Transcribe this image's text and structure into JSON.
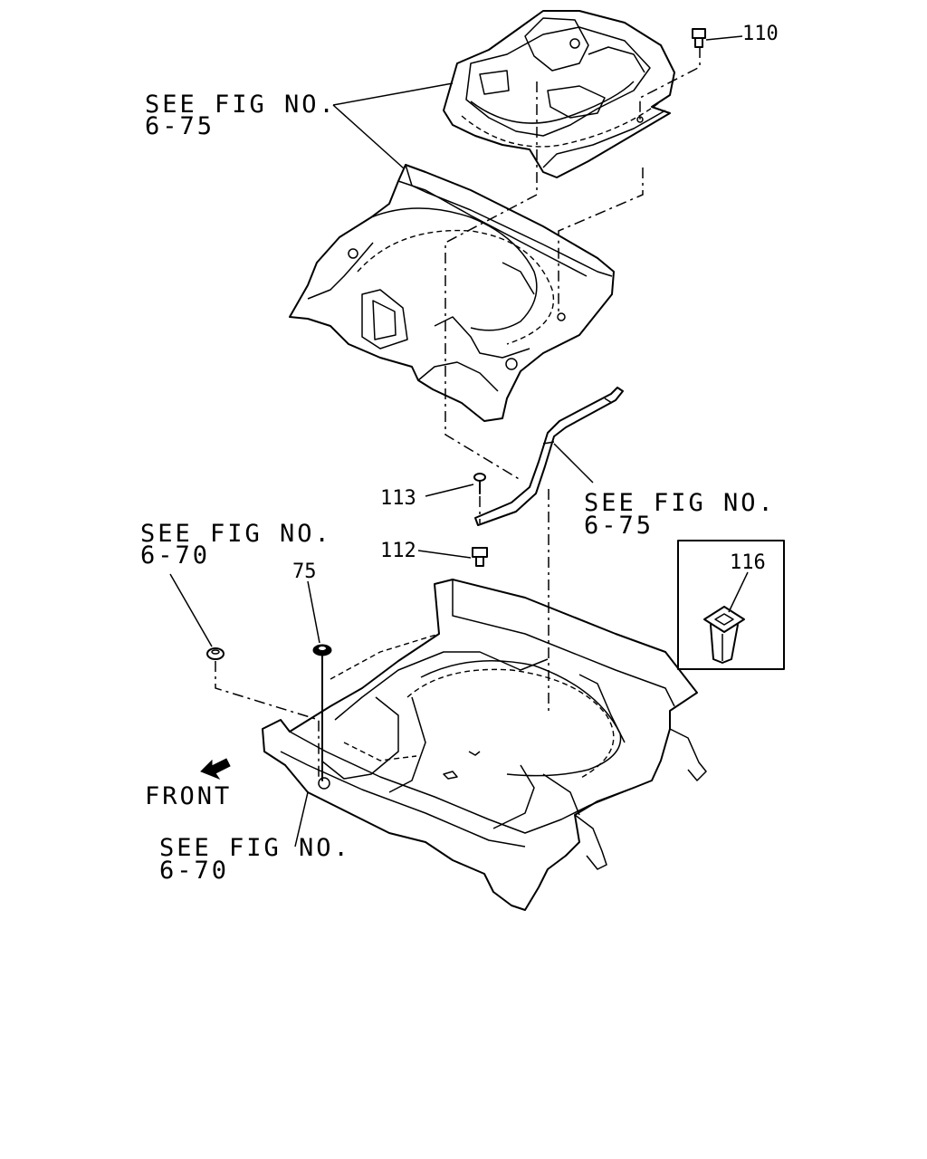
{
  "labels": {
    "see_fig_top": {
      "line1": "SEE FIG NO.",
      "line2": "6-75"
    },
    "see_fig_mid": {
      "line1": "SEE FIG NO.",
      "line2": "6-75"
    },
    "see_fig_left": {
      "line1": "SEE FIG NO.",
      "line2": "6-70"
    },
    "see_fig_bottom": {
      "line1": "SEE FIG NO.",
      "line2": "6-70"
    },
    "front": "FRONT"
  },
  "callouts": {
    "p110": "110",
    "p113": "113",
    "p112": "112",
    "p75": "75",
    "p116": "116"
  }
}
